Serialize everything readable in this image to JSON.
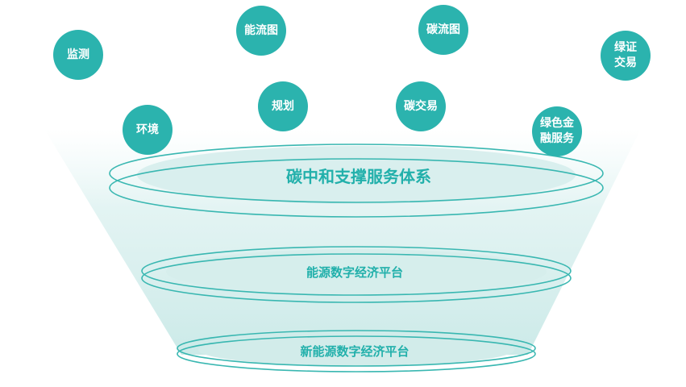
{
  "colors": {
    "accent": "#2bb3ae",
    "label_text": "#22b0ab",
    "ellipse_fill": "#d9efee",
    "ring_stroke": "#39b7b1"
  },
  "bubbles": [
    {
      "id": "monitoring",
      "label": "监测"
    },
    {
      "id": "energy-flow",
      "label": "能流图"
    },
    {
      "id": "carbon-flow",
      "label": "碳流图"
    },
    {
      "id": "green-cert",
      "label": "绿证\n交易"
    },
    {
      "id": "planning",
      "label": "规划"
    },
    {
      "id": "carbon-trading",
      "label": "碳交易"
    },
    {
      "id": "environment",
      "label": "环境"
    },
    {
      "id": "green-finance",
      "label": "绿色金\n融服务"
    }
  ],
  "layers": {
    "top": "碳中和支撑服务体系",
    "middle": "能源数字经济平台",
    "bottom": "新能源数字经济平台"
  }
}
